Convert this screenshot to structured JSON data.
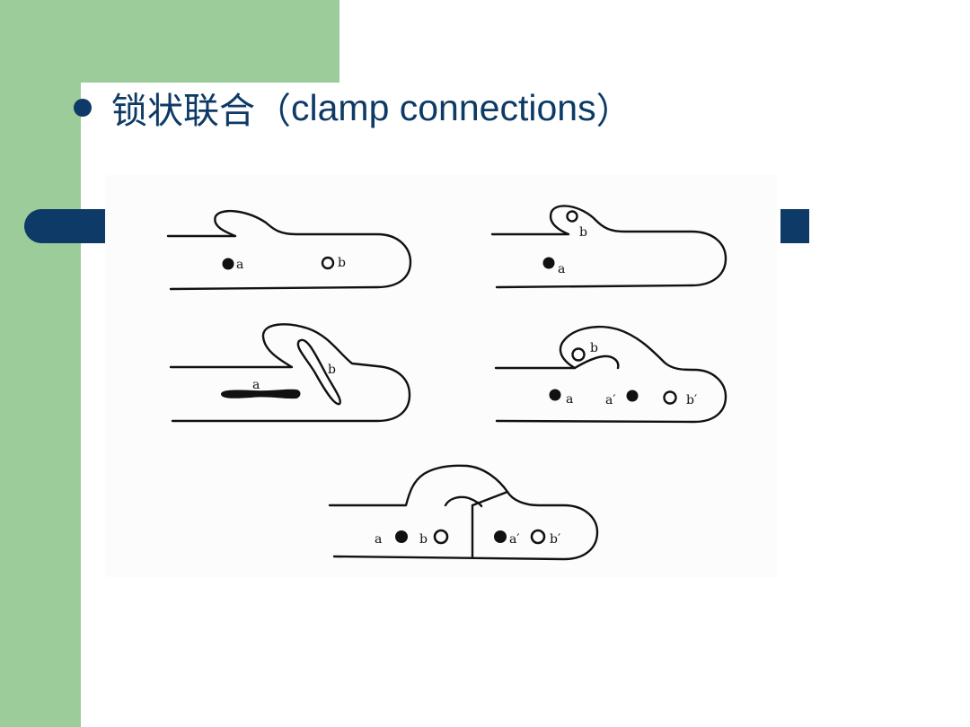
{
  "slide": {
    "title_zh": "锁状联合",
    "title_paren_open": "（",
    "title_en": "clamp connections",
    "title_paren_close": "）"
  },
  "colors": {
    "sidebar_green": "#9ccc9a",
    "accent_navy": "#0d3a66"
  },
  "figure": {
    "panel1": {
      "nucleus_a": "a",
      "nucleus_b": "b"
    },
    "panel2": {
      "nucleus_b": "b",
      "nucleus_a": "a"
    },
    "panel3": {
      "nucleus_a": "a",
      "nucleus_b": "b"
    },
    "panel4": {
      "nucleus_b": "b",
      "nucleus_a": "a",
      "nucleus_a2": "a′",
      "nucleus_b2": "b′"
    },
    "panel5": {
      "nucleus_a": "a",
      "nucleus_b": "b",
      "nucleus_a2": "a′",
      "nucleus_b2": "b′"
    }
  }
}
